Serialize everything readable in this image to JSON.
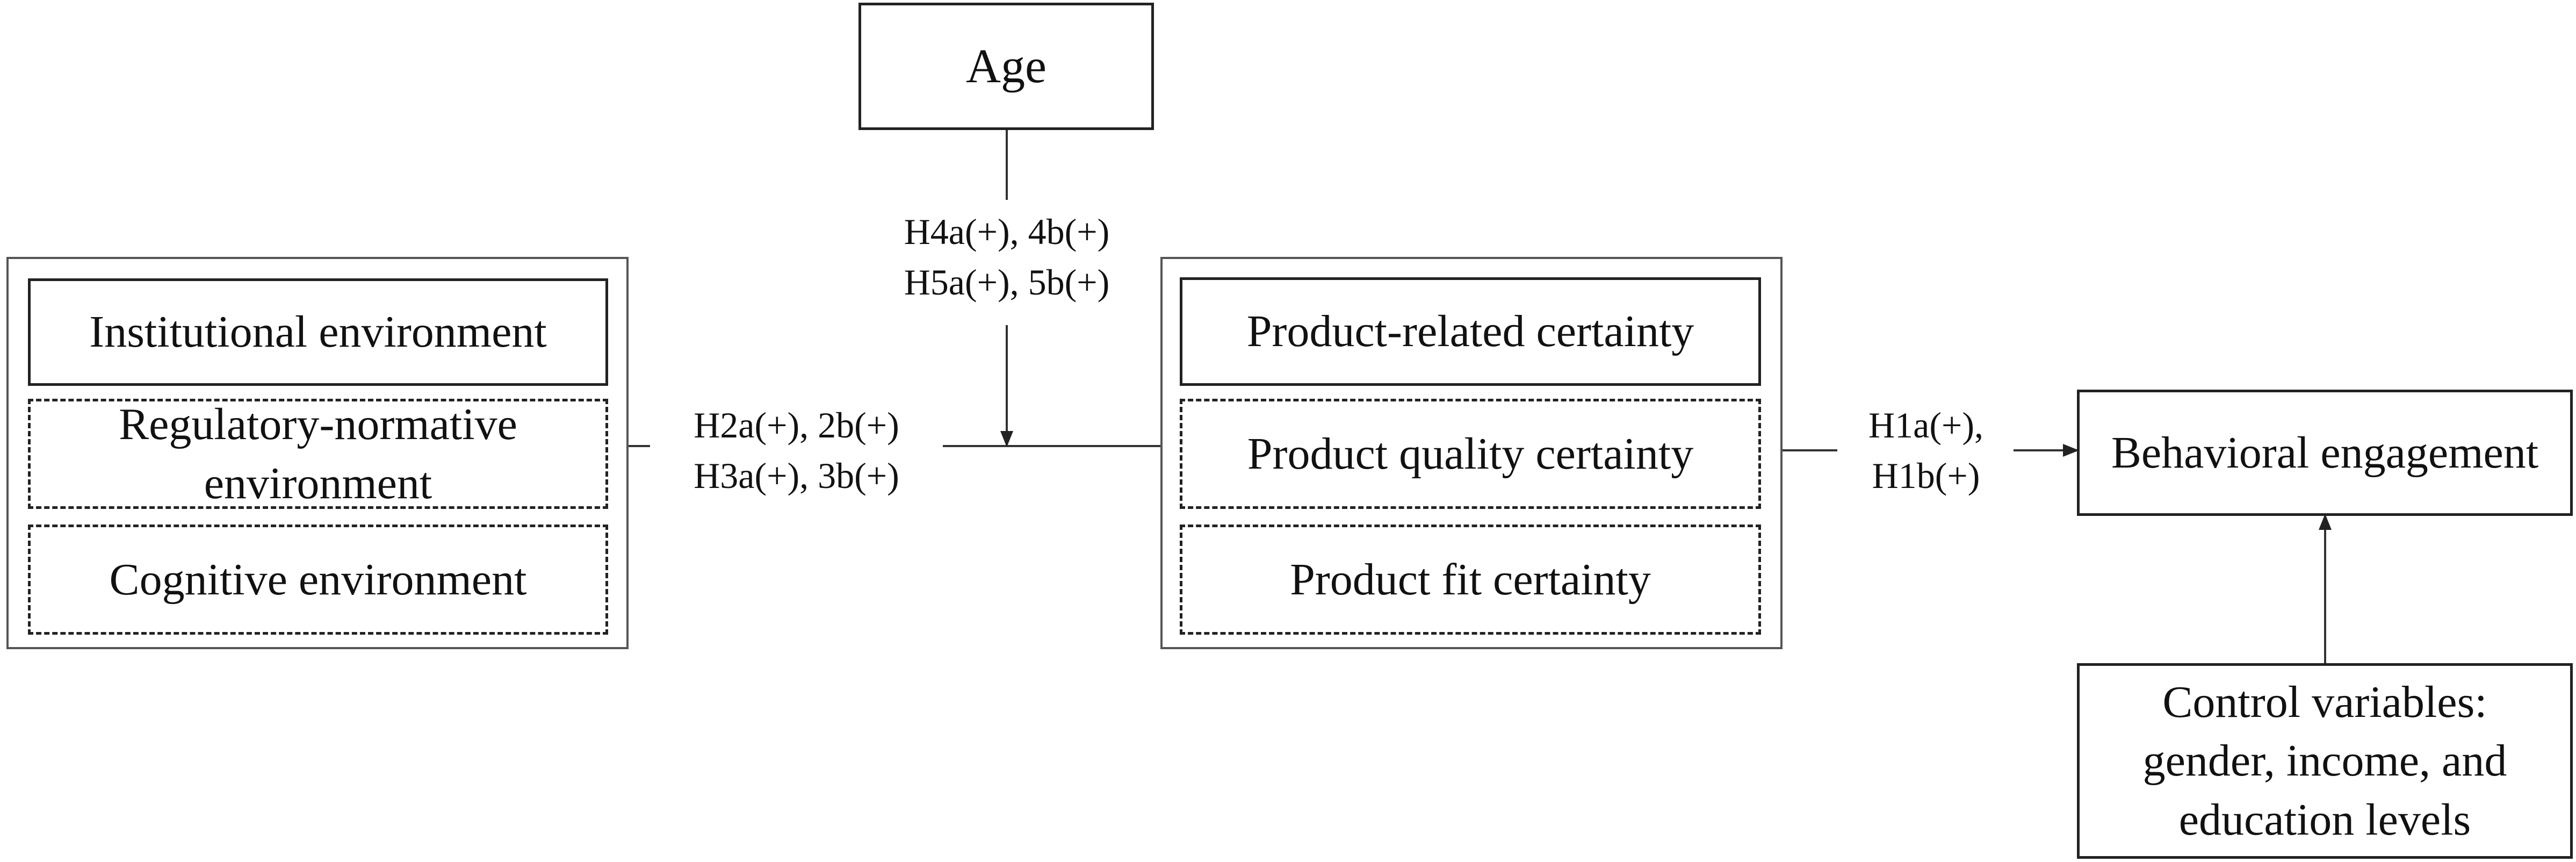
{
  "moderator": {
    "label": "Age"
  },
  "left_group": {
    "header": "Institutional environment",
    "items": [
      "Regulatory-normative environment",
      "Cognitive environment"
    ]
  },
  "mid_group": {
    "header": "Product-related certainty",
    "items": [
      "Product quality certainty",
      "Product fit certainty"
    ]
  },
  "outcome": {
    "label": "Behavioral engagement"
  },
  "controls": {
    "label": "Control variables: gender, income, and education levels"
  },
  "hypotheses": {
    "moderation_line1": "H4a(+), 4b(+)",
    "moderation_line2": "H5a(+), 5b(+)",
    "env_to_certainty_line1": "H2a(+), 2b(+)",
    "env_to_certainty_line2": "H3a(+), 3b(+)",
    "certainty_to_engagement_line1": "H1a(+),",
    "certainty_to_engagement_line2": "H1b(+)"
  },
  "colors": {
    "line": "#222222",
    "outer_border": "#555555",
    "background": "#ffffff"
  }
}
